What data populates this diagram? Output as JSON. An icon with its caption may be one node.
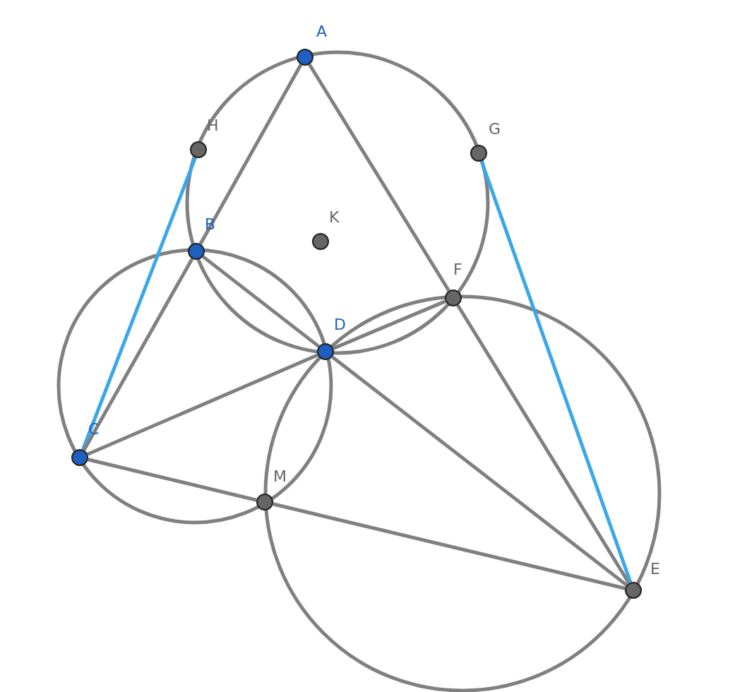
{
  "diagram": {
    "nodes": [
      {
        "text": [
          "A"
        ]
      },
      {
        "text": [
          "H"
        ]
      },
      {
        "text": [
          "G"
        ]
      },
      {
        "text": [
          "K"
        ]
      },
      {
        "text": [
          "B"
        ]
      },
      {
        "text": [
          "F"
        ]
      },
      {
        "text": [
          "D"
        ]
      },
      {
        "text": [
          "C"
        ]
      },
      {
        "text": [
          "M"
        ]
      },
      {
        "text": [
          "E"
        ]
      }
    ],
    "edges": [
      {
        "from": 0,
        "to": 4,
        "arrow": "none"
      },
      {
        "from": 0,
        "to": 5,
        "arrow": "none"
      },
      {
        "from": 5,
        "to": 9,
        "arrow": "none"
      },
      {
        "from": 1,
        "to": 7,
        "arrow": "none",
        "color": "#3aa8e8"
      },
      {
        "from": 2,
        "to": 9,
        "arrow": "none",
        "color": "#3aa8e8"
      },
      {
        "from": 4,
        "to": 7,
        "arrow": "none"
      },
      {
        "from": 4,
        "to": 6,
        "arrow": "none"
      },
      {
        "from": 7,
        "to": 6,
        "arrow": "none"
      },
      {
        "from": 6,
        "to": 5,
        "arrow": "none"
      },
      {
        "from": 6,
        "to": 9,
        "arrow": "none"
      },
      {
        "from": 7,
        "to": 8,
        "arrow": "none"
      },
      {
        "from": 8,
        "to": 9,
        "arrow": "none"
      }
    ]
  }
}
